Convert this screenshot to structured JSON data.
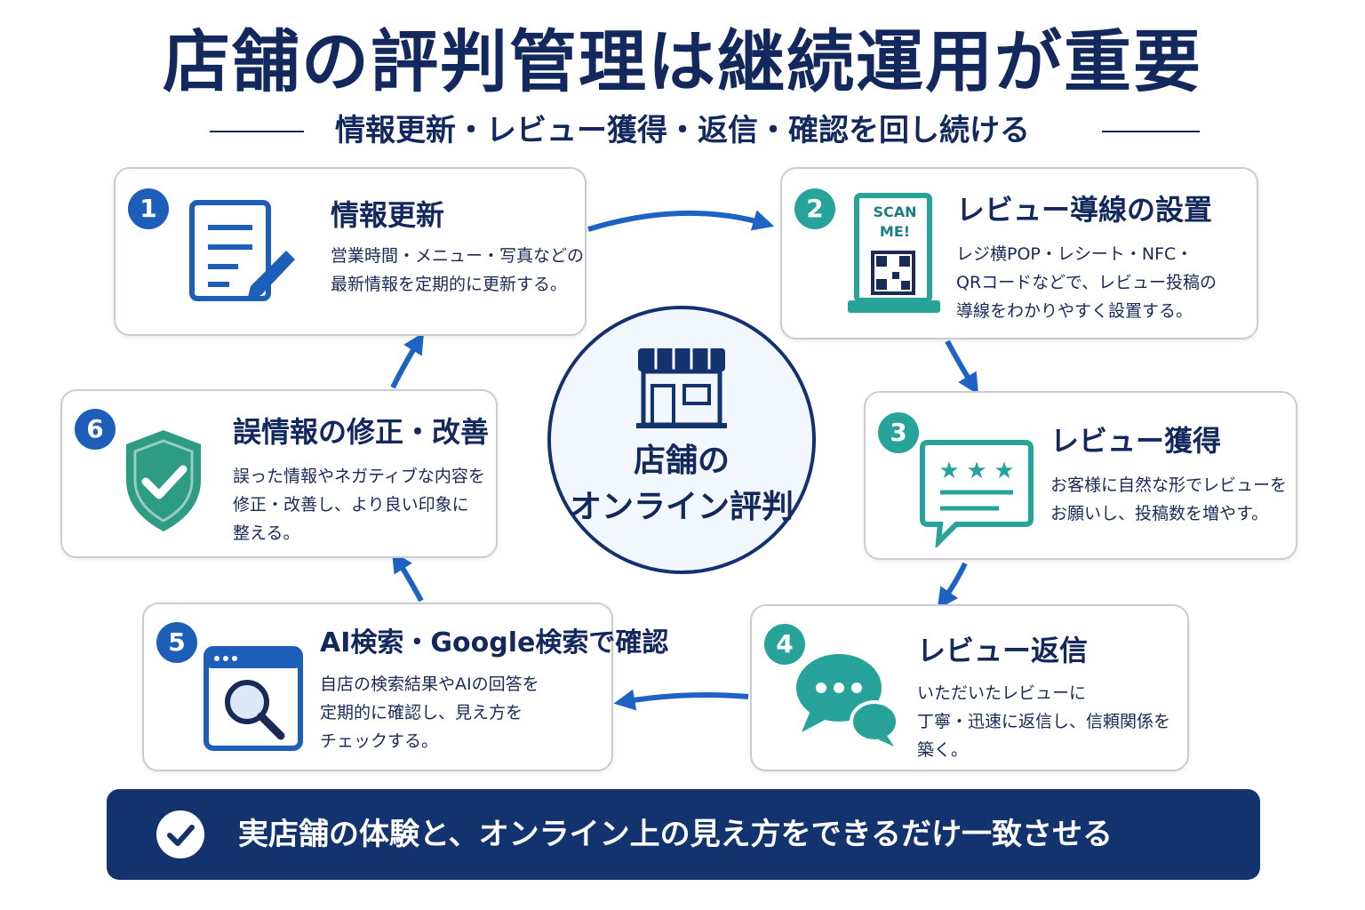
{
  "title": "店舗の評判管理は継続運用が重要",
  "subtitle": "情報更新・レビュー獲得・返信・確認を回し続ける",
  "center": {
    "line1": "店舗の",
    "line2": "オンライン評判",
    "icon": "storefront-icon"
  },
  "steps": [
    {
      "number": "1",
      "title": "情報更新",
      "desc": "営業時間・メニュー・写真などの\n最新情報を定期的に更新する。",
      "icon": "document-edit-icon"
    },
    {
      "number": "2",
      "title": "レビュー導線の設置",
      "desc": "レジ横POP・レシート・NFC・\nQRコードなどで、レビュー投稿の\n導線をわかりやすく設置する。",
      "icon": "qr-code-stand-icon",
      "icon_text": "SCAN\nME!"
    },
    {
      "number": "3",
      "title": "レビュー獲得",
      "desc": "お客様に自然な形でレビューを\nお願いし、投稿数を増やす。",
      "icon": "star-review-bubble-icon"
    },
    {
      "number": "4",
      "title": "レビュー返信",
      "desc": "いただいたレビューに\n丁寧・迅速に返信し、信頼関係を\n築く。",
      "icon": "chat-bubbles-icon"
    },
    {
      "number": "5",
      "title": "AI検索・Google検索で確認",
      "desc": "自店の検索結果やAIの回答を\n定期的に確認し、見え方を\nチェックする。",
      "icon": "browser-search-icon"
    },
    {
      "number": "6",
      "title": "誤情報の修正・改善",
      "desc": "誤った情報やネガティブな内容を\n修正・改善し、より良い印象に\n整える。",
      "icon": "shield-check-icon"
    }
  ],
  "footer": {
    "text": "実店舗の体験と、オンライン上の見え方をできるだけ一致させる",
    "icon": "check-circle-icon"
  },
  "colors": {
    "navy": "#13295e",
    "blue": "#1d5fb8",
    "teal": "#27a39a",
    "arrow": "#1d63c4"
  }
}
